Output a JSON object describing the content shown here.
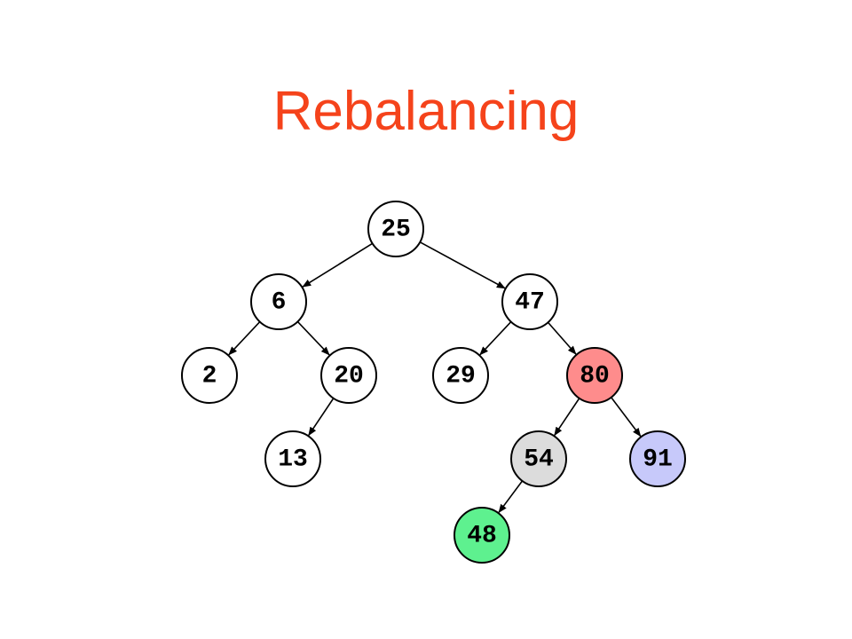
{
  "title": "Rebalancing",
  "colors": {
    "title": "#f5431b",
    "default_node": "#ffffff",
    "highlight_red": "#fe8c8c",
    "highlight_gray": "#dcdcdc",
    "highlight_blue": "#c7c9fa",
    "highlight_green": "#5ef18f"
  },
  "tree": {
    "nodes": [
      {
        "id": "n25",
        "label": "25",
        "color": "#ffffff"
      },
      {
        "id": "n6",
        "label": "6",
        "color": "#ffffff"
      },
      {
        "id": "n47",
        "label": "47",
        "color": "#ffffff"
      },
      {
        "id": "n2",
        "label": "2",
        "color": "#ffffff"
      },
      {
        "id": "n20",
        "label": "20",
        "color": "#ffffff"
      },
      {
        "id": "n29",
        "label": "29",
        "color": "#ffffff"
      },
      {
        "id": "n80",
        "label": "80",
        "color": "#fe8c8c"
      },
      {
        "id": "n13",
        "label": "13",
        "color": "#ffffff"
      },
      {
        "id": "n54",
        "label": "54",
        "color": "#dcdcdc"
      },
      {
        "id": "n91",
        "label": "91",
        "color": "#c7c9fa"
      },
      {
        "id": "n48",
        "label": "48",
        "color": "#5ef18f"
      }
    ],
    "edges": [
      {
        "from": "n25",
        "to": "n6"
      },
      {
        "from": "n25",
        "to": "n47"
      },
      {
        "from": "n6",
        "to": "n2"
      },
      {
        "from": "n6",
        "to": "n20"
      },
      {
        "from": "n47",
        "to": "n29"
      },
      {
        "from": "n47",
        "to": "n80"
      },
      {
        "from": "n20",
        "to": "n13"
      },
      {
        "from": "n80",
        "to": "n54"
      },
      {
        "from": "n80",
        "to": "n91"
      },
      {
        "from": "n54",
        "to": "n48"
      }
    ]
  }
}
